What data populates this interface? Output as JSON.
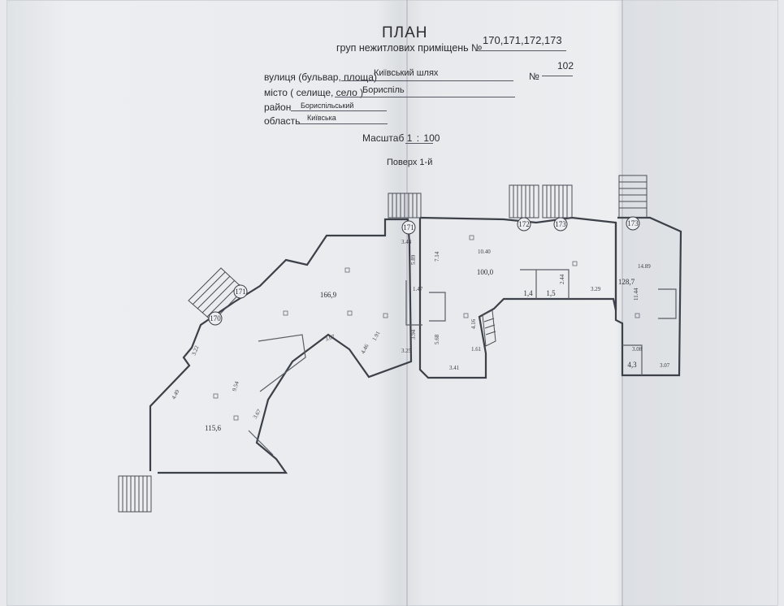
{
  "header": {
    "title": "ПЛАН",
    "subtitle": "груп нежитлових приміщень №",
    "group_numbers": "170,171,172,173",
    "street_label": "вулиця (бульвар, площа)",
    "street_value": "Київський шлях",
    "house_no_label": "№",
    "house_no_value": "102",
    "city_label": "місто ( селище, село )",
    "city_value": "Бориспіль",
    "district_label": "район",
    "district_value": "Бориспільський",
    "region_label": "область",
    "region_value": "Київська",
    "scale_label": "Масштаб",
    "scale_value_a": "1",
    "scale_value_b": "100",
    "floor_label": "Поверх 1-й"
  },
  "plan": {
    "group_tags": [
      {
        "id": "tag-170",
        "text": "170"
      },
      {
        "id": "tag-171-left",
        "text": "171"
      },
      {
        "id": "tag-171-top",
        "text": "171"
      },
      {
        "id": "tag-172",
        "text": "172"
      },
      {
        "id": "tag-173-a",
        "text": "173"
      },
      {
        "id": "tag-173-b",
        "text": "173"
      }
    ],
    "room_areas": [
      {
        "id": "area-166",
        "text": "166,9"
      },
      {
        "id": "area-115",
        "text": "115,6"
      },
      {
        "id": "area-100",
        "text": "100,0"
      },
      {
        "id": "area-128",
        "text": "128,7"
      },
      {
        "id": "area-14",
        "text": "1,4"
      },
      {
        "id": "area-15",
        "text": "1,5"
      },
      {
        "id": "area-43",
        "text": "4,3"
      }
    ],
    "dimensions": [
      "3.44",
      "5.89",
      "7.14",
      "10.40",
      "14.89",
      "1.47",
      "3.94",
      "5.68",
      "4.16",
      "1.61",
      "3.41",
      "2.44",
      "3.29",
      "11.44",
      "3.08",
      "3.07",
      "3.22",
      "4.49",
      "9.54",
      "3.67",
      "3.07",
      "4.46",
      "3.25",
      "1.91"
    ]
  }
}
